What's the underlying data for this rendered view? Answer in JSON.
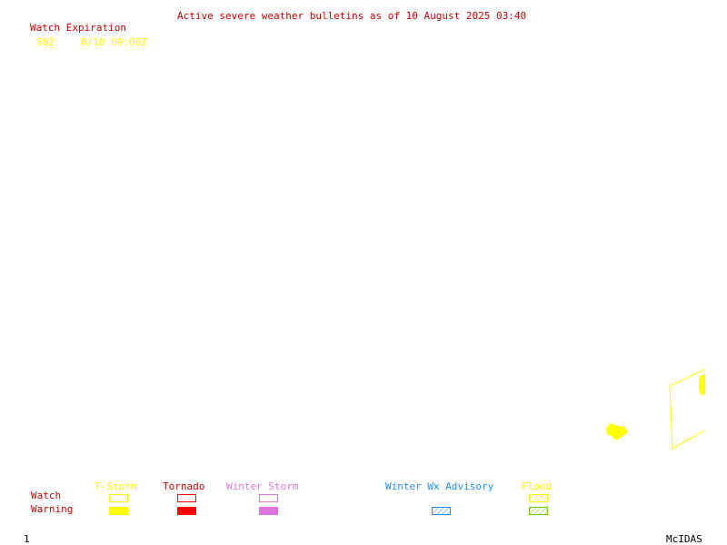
{
  "header": {
    "title": "Active severe weather bulletins as of 10 August 2025 03:40",
    "watch_expiration_label": "Watch Expiration"
  },
  "watches": [
    {
      "id": "582",
      "expiration": "8/10 09:00Z"
    }
  ],
  "legend": {
    "row_labels": {
      "watch": "Watch",
      "warning": "Warning"
    },
    "categories": [
      {
        "key": "tstorm",
        "label": "T-Storm",
        "color": "#ffff00",
        "watch_style": "outline",
        "warning_style": "filled"
      },
      {
        "key": "tornado",
        "label": "Tornado",
        "color": "#ff0000",
        "watch_style": "outline",
        "warning_style": "filled"
      },
      {
        "key": "winter_storm",
        "label": "Winter Storm",
        "color": "#dd77dd",
        "watch_style": "outline",
        "warning_style": "filled"
      },
      {
        "key": "winter_wx_advisory",
        "label": "Winter Wx Advisory",
        "color": "#1e90ff",
        "warning_style": "hatched"
      },
      {
        "key": "flood",
        "label": "Flood",
        "color": "#ffff00",
        "watch_style": "hatched",
        "warning_style": "hatched-green"
      }
    ]
  },
  "colors": {
    "text_red": "#cc0000",
    "watch_yellow": "#ffff00",
    "advisory_blue": "#1e90ff",
    "flood_green": "#66cc00",
    "background": "#ffffff"
  },
  "footer": {
    "frame_number": "1",
    "software": "McIDAS"
  }
}
